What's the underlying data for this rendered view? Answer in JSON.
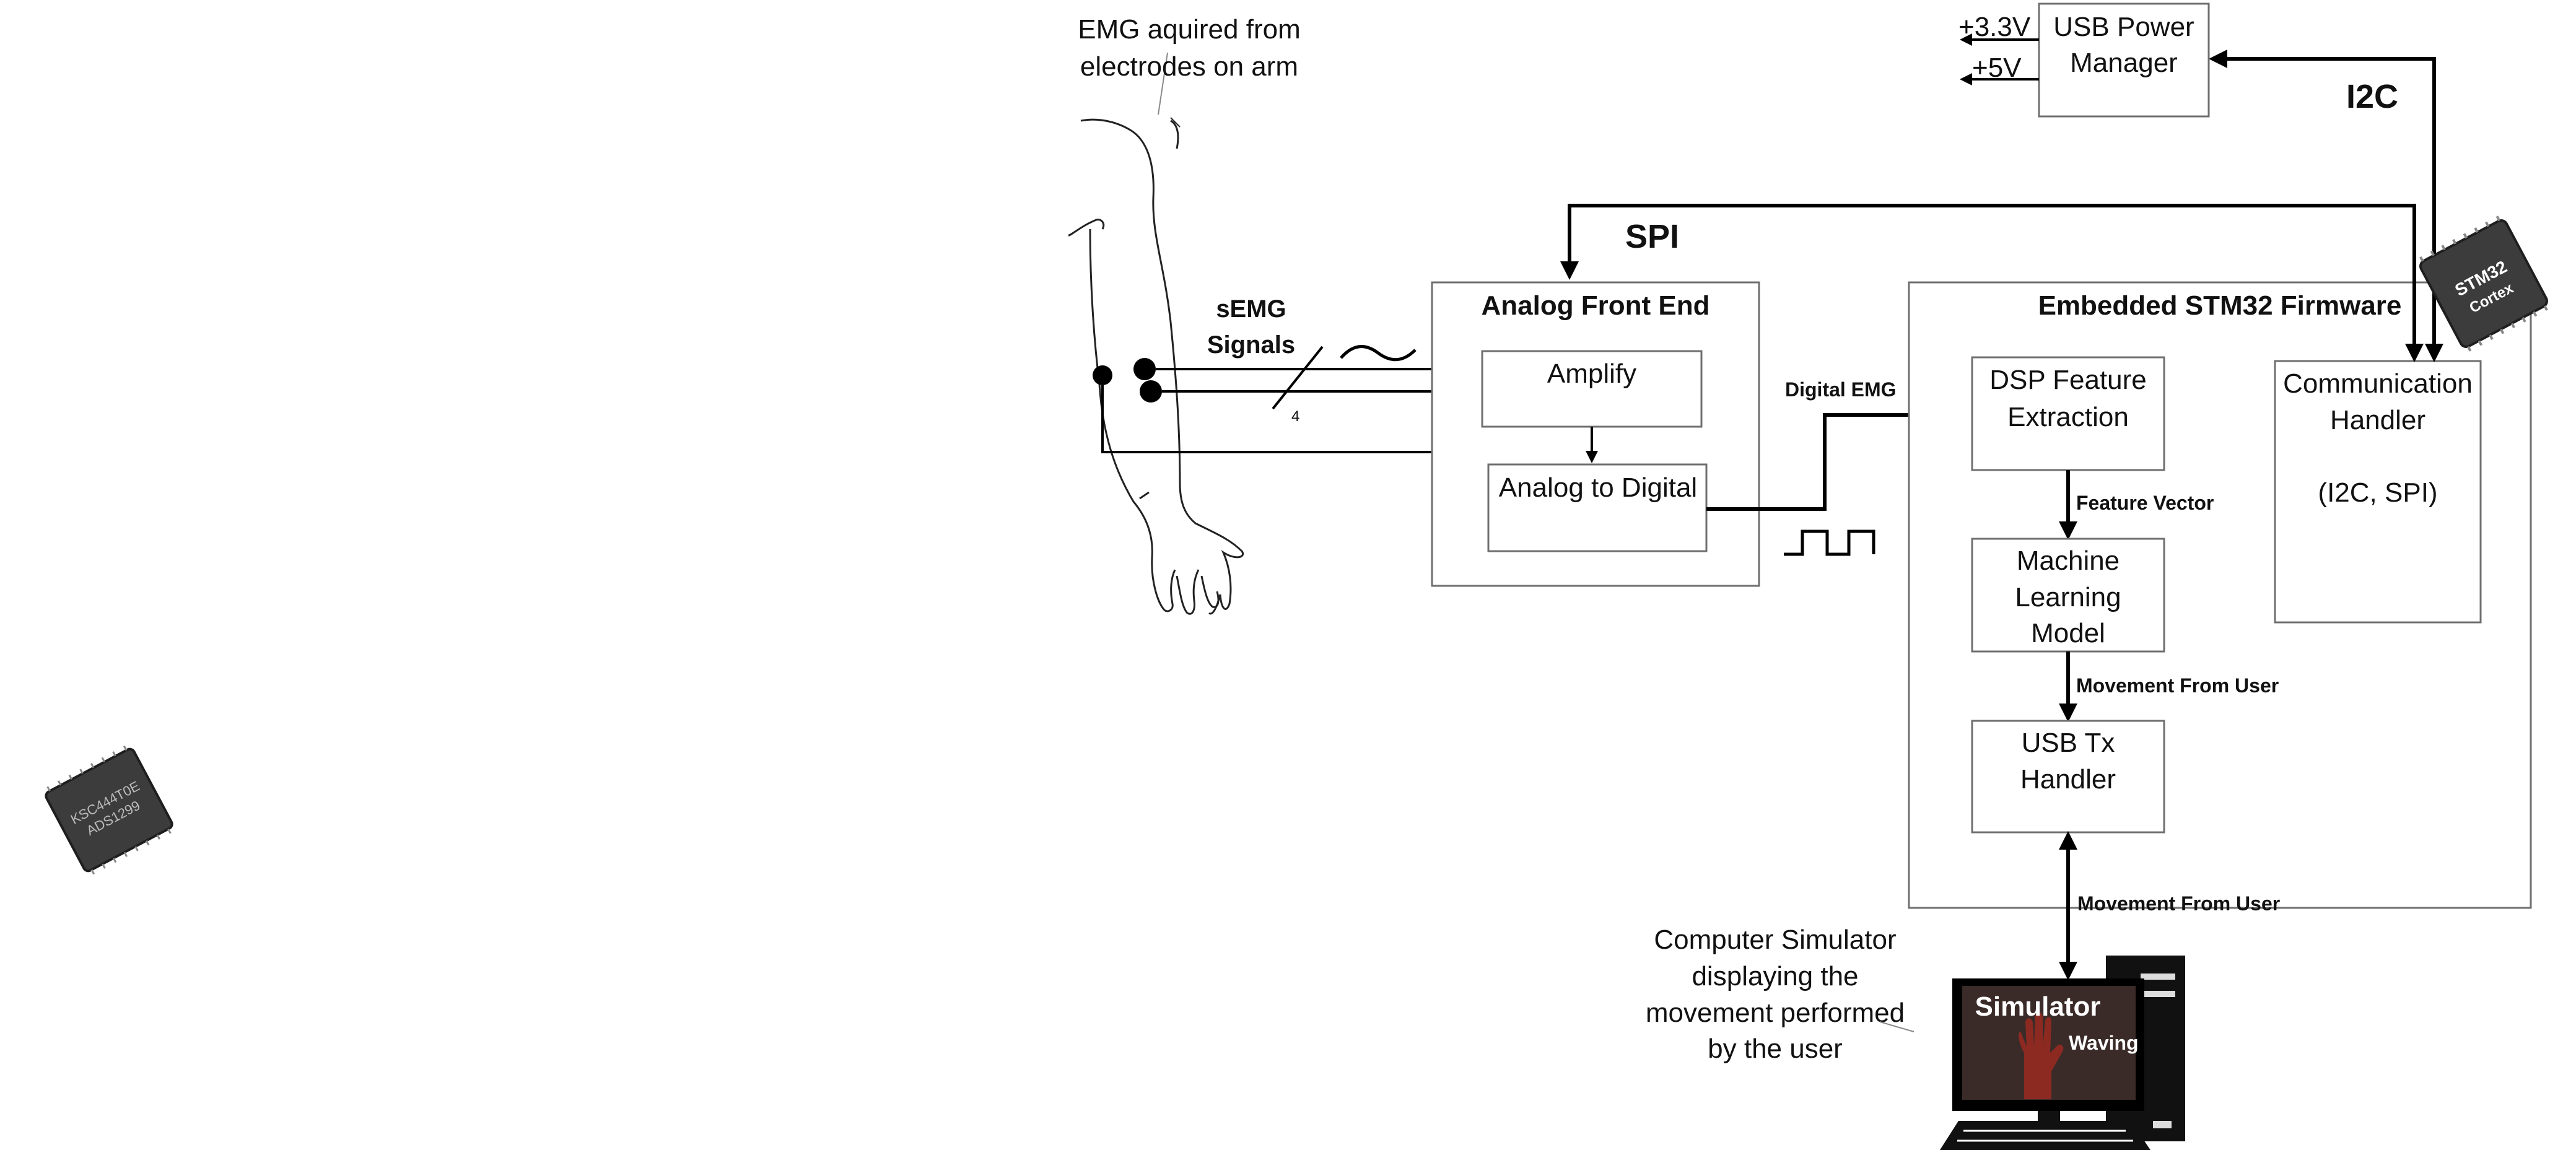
{
  "arm_caption": [
    "EMG aquired from",
    "electrodes on arm"
  ],
  "semg_label": [
    "sEMG",
    "Signals"
  ],
  "bus_width": "4",
  "afe": {
    "title": "Analog Front End",
    "amplify": "Amplify",
    "adc": "Analog to Digital"
  },
  "digital_emg_label": "Digital EMG",
  "spi_label": "SPI",
  "i2c_label": "I2C",
  "power": {
    "title": [
      "USB Power",
      "Manager"
    ],
    "v33": "+3.3V",
    "v5": "+5V"
  },
  "firmware": {
    "title": "Embedded STM32 Firmware",
    "dsp": [
      "DSP Feature",
      "Extraction"
    ],
    "feature_vector": "Feature Vector",
    "ml": [
      "Machine",
      "Learning",
      "Model"
    ],
    "movement_1": "Movement From User",
    "usb_tx": [
      "USB Tx",
      "Handler"
    ],
    "comm": [
      "Communication",
      "Handler",
      "",
      "(I2C, SPI)"
    ]
  },
  "movement_2": "Movement From User",
  "simulator": {
    "caption": [
      "Computer Simulator",
      "displaying the",
      "movement performed",
      "by the user"
    ],
    "screen_title": "Simulator",
    "action": "Waving"
  },
  "chips": {
    "stm_line1": "STM32",
    "stm_line2": "Cortex",
    "ads_line1": "KSC444T0E",
    "ads_line2": "ADS1299"
  },
  "colors": {
    "box_stroke": "#6f6f6f",
    "wire": "#000000",
    "screen_bg": "#3a2b28",
    "hand": "#8c2a22",
    "chip_body": "#3c3c3c"
  }
}
